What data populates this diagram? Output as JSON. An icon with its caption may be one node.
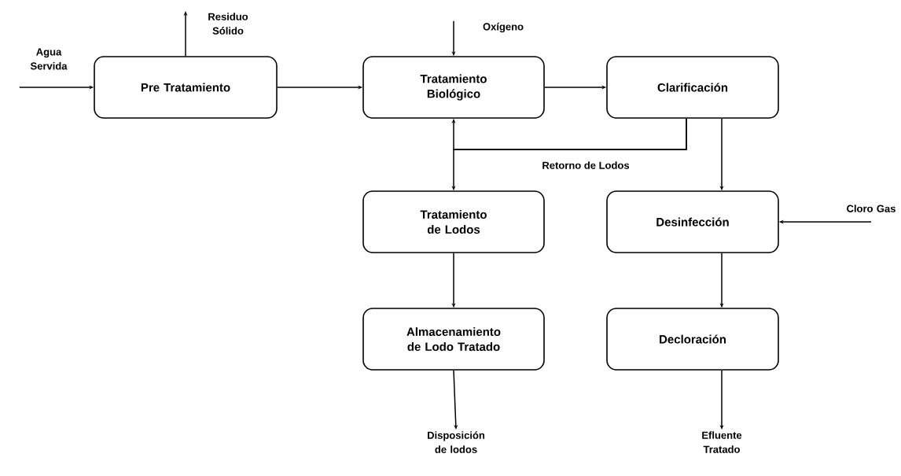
{
  "diagram": {
    "nodes": [
      {
        "text": [
          "Pre Tratamiento"
        ]
      },
      {
        "text": [
          "Tratamiento Biológico"
        ]
      },
      {
        "text": [
          "Clarificación"
        ]
      },
      {
        "text": [
          "Tratamiento de Lodos"
        ]
      },
      {
        "text": [
          "Desinfección"
        ]
      },
      {
        "text": [
          "Almacenamiento de Lodo Tratado"
        ]
      },
      {
        "text": [
          "Decloración"
        ]
      },
      {
        "text": [
          "Agua Servida"
        ]
      },
      {
        "text": [
          "Residuo Sólido"
        ]
      },
      {
        "text": [
          "Oxígeno"
        ]
      },
      {
        "text": [
          "Cloro Gas"
        ]
      },
      {
        "text": [
          "Disposición de lodos"
        ]
      },
      {
        "text": [
          "Efluente Tratado"
        ]
      }
    ],
    "edges": [
      {
        "from": 7,
        "to": 0,
        "arrow": "to"
      },
      {
        "from": 0,
        "to": 8,
        "arrow": "to"
      },
      {
        "from": 0,
        "to": 1,
        "arrow": "to"
      },
      {
        "from": 9,
        "to": 1,
        "arrow": "to"
      },
      {
        "from": 1,
        "to": 2,
        "arrow": "to"
      },
      {
        "from": 2,
        "to": 4,
        "arrow": "to"
      },
      {
        "from": 10,
        "to": 4,
        "arrow": "to"
      },
      {
        "from": 2,
        "to": 1,
        "arrow": "to",
        "label": "Retorno de Lodos"
      },
      {
        "from": 2,
        "to": 3,
        "arrow": "to"
      },
      {
        "from": 4,
        "to": 6,
        "arrow": "to"
      },
      {
        "from": 3,
        "to": 5,
        "arrow": "to"
      },
      {
        "from": 5,
        "to": 11,
        "arrow": "to"
      },
      {
        "from": 6,
        "to": 12,
        "arrow": "to"
      }
    ]
  }
}
